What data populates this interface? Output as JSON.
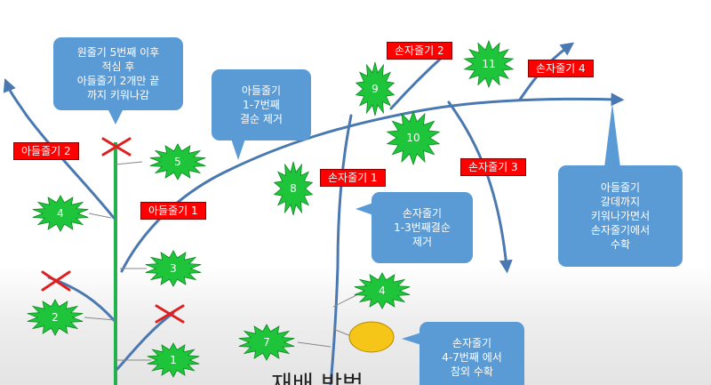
{
  "callouts": {
    "main_stem_pinch": "원줄기 5번째 이후\n적심 후\n아들줄기 2개만 끝\n까지 키워나감",
    "son_leaf_removal": "아들줄기\n1-7번째\n결순 제거",
    "grandson_leaf_removal": "손자줄기\n1-3번째결순\n제거",
    "grandson_harvest": "손자줄기\n4-7번째 에서\n참외 수확",
    "son_end_harvest": "아들줄기\n갈데까지\n키워나가면서\n손자줄기에서\n수확"
  },
  "tags": {
    "son_stem_1": "아들줄기 1",
    "son_stem_2": "아들줄기 2",
    "grandson_1": "손자줄기 1",
    "grandson_2": "손자줄기 2",
    "grandson_3": "손자줄기 3",
    "grandson_4": "손자줄기 4"
  },
  "leaves": [
    "1",
    "2",
    "3",
    "4",
    "5",
    "7",
    "8",
    "9",
    "10",
    "11",
    "4"
  ],
  "caption": "재배 방법",
  "colors": {
    "stem_green": "#22b14c",
    "vine_blue": "#4a78b0",
    "leaf_green": "#1ec43a",
    "callout_blue": "#5b9bd5",
    "tag_red": "#ff0000",
    "fruit_yellow": "#f5c518"
  }
}
